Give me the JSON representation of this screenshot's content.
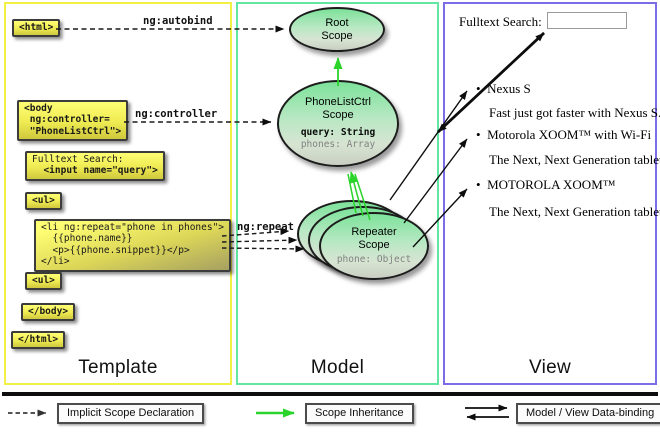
{
  "template_column": {
    "label": "Template",
    "boxes": {
      "html_open": "<html>",
      "body_open": "<body\n ng:controller=\n \"PhoneListCtrl\">",
      "fulltext_line1": "Fulltext Search:",
      "fulltext_line2": "  <input name=\"query\">",
      "ul_open": "<ul>",
      "li_block": "<li ng:repeat=\"phone in phones\">\n  {{phone.name}}\n  <p>{{phone.snippet}}</p>\n</li>",
      "ul_close": "<ul>",
      "body_close": "</body>",
      "html_close": "</html>"
    },
    "edge_labels": {
      "autobind": "ng:autobind",
      "controller": "ng:controller",
      "repeat": "ng:repeat"
    }
  },
  "model_column": {
    "label": "Model",
    "root_scope": {
      "title": "Root\nScope"
    },
    "phonelist_scope": {
      "title": "PhoneListCtrl\nScope",
      "prop_query": "query: String",
      "prop_phones": "phones: Array"
    },
    "repeater_scope": {
      "title": "Repeater\nScope",
      "prop_phone": "phone: Object"
    }
  },
  "view_column": {
    "label": "View",
    "search_label": "Fulltext Search:",
    "search_value": "",
    "items": [
      {
        "name": "Nexus S",
        "desc": "Fast just got faster with Nexus S."
      },
      {
        "name": "Motorola XOOM™ with Wi-Fi",
        "desc": "The Next, Next Generation tablet."
      },
      {
        "name": "MOTOROLA XOOM™",
        "desc": "The Next, Next Generation tablet."
      }
    ]
  },
  "legend": {
    "implicit": "Implicit Scope Declaration",
    "inheritance": "Scope Inheritance",
    "binding": "Model / View Data-binding"
  },
  "colors": {
    "template_border": "#f2ef45",
    "model_border": "#62e7a2",
    "view_border": "#7b6ce8",
    "green_arrow": "#2ad42a",
    "box_yellow": "#ffff74"
  }
}
